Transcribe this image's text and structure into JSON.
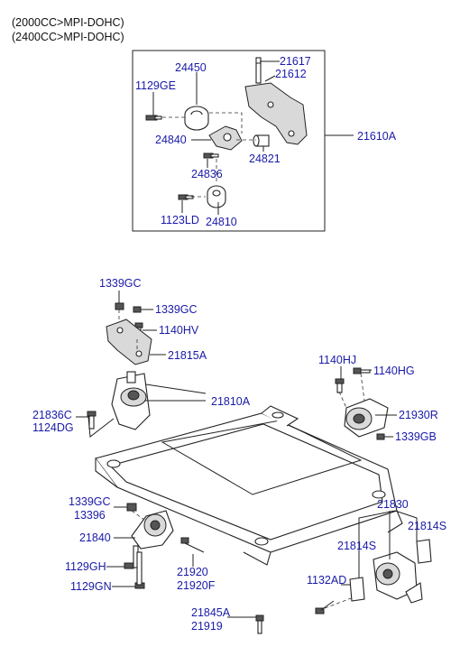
{
  "header": {
    "line1": "(2000CC>MPI-DOHC)",
    "line2": "(2400CC>MPI-DOHC)"
  },
  "labels": {
    "p24450": "24450",
    "p21617": "21617",
    "p21612": "21612",
    "p1129GE": "1129GE",
    "p24840": "24840",
    "p21610A": "21610A",
    "p24836": "24836",
    "p24821": "24821",
    "p1123LD": "1123LD",
    "p24810": "24810",
    "p1339GC_a": "1339GC",
    "p1339GC_b": "1339GC",
    "p1140HV": "1140HV",
    "p21815A": "21815A",
    "p1140HJ": "1140HJ",
    "p1140HG": "1140HG",
    "p21810A": "21810A",
    "p21836C": "21836C",
    "p1124DG": "1124DG",
    "p21930R": "21930R",
    "p1339GB": "1339GB",
    "p1339GC_c": "1339GC",
    "p13396": "13396",
    "p21830": "21830",
    "p21814S_a": "21814S",
    "p21814S_b": "21814S",
    "p21840": "21840",
    "p1129GH": "1129GH",
    "p21920": "21920",
    "p21920F": "21920F",
    "p1132AD": "1132AD",
    "p1129GN": "1129GN",
    "p21845A": "21845A",
    "p21919": "21919"
  }
}
